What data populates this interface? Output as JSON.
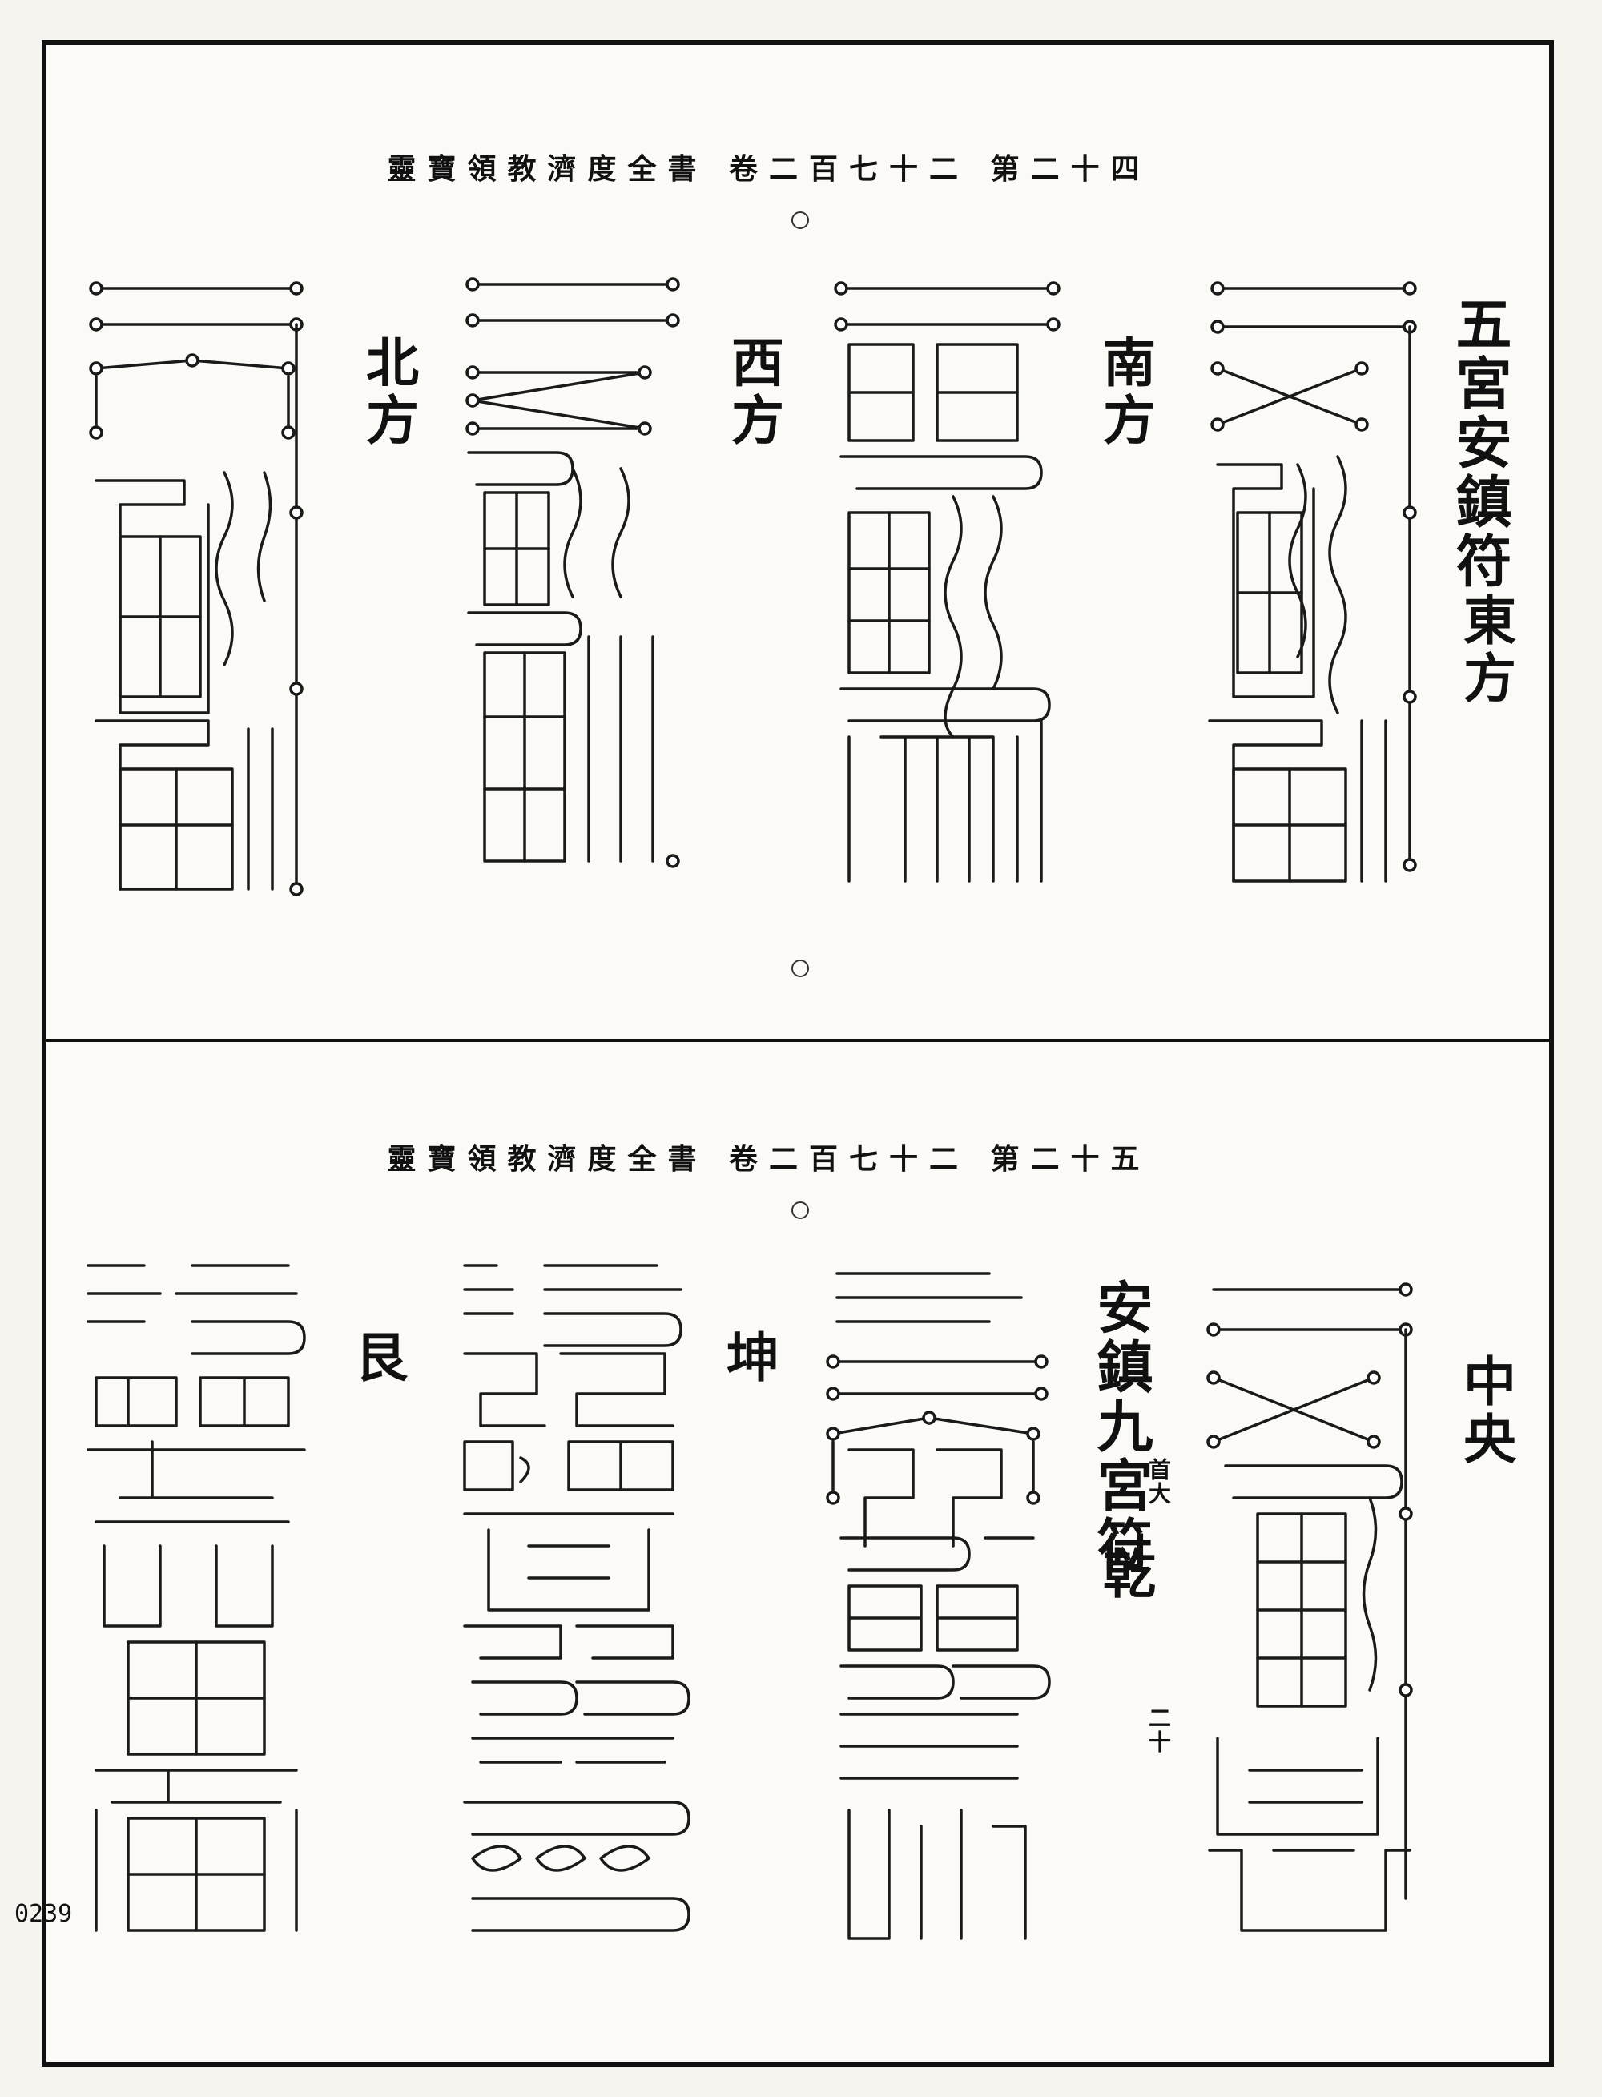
{
  "top_page": {
    "header": "靈寶領教濟度全書 卷二百七十二 第二十四",
    "title": "五宮安鎮符",
    "labels": {
      "east": "東方",
      "south": "南方",
      "west": "西方",
      "north": "北方"
    }
  },
  "bottom_page": {
    "header": "靈寶領教濟度全書 卷二百七十二 第二十五",
    "labels": {
      "center": "中央",
      "qian": "乾",
      "kun": "坤",
      "gen": "艮"
    },
    "title": "安鎮九宮符",
    "small_note": "首大",
    "small_mark": "二十"
  },
  "folio": "0239",
  "icons": [
    "talisman-glyph",
    "ring-mark"
  ]
}
